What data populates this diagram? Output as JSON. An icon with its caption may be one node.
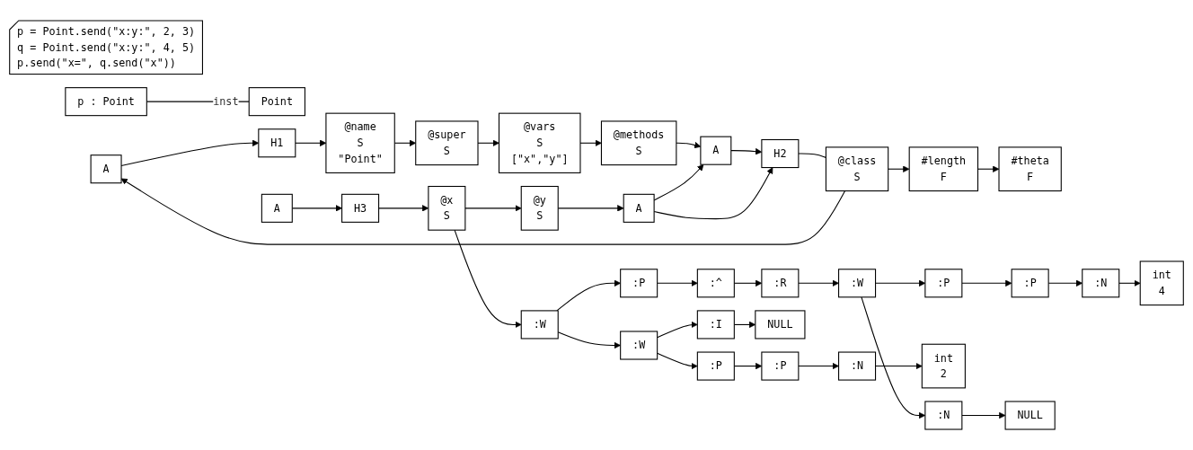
{
  "diagram": {
    "nodes": [
      {
        "text": [
          "Point"
        ]
      },
      {
        "text": [
          "p : Point"
        ]
      },
      {
        "text": [
          "A"
        ]
      },
      {
        "text": [
          "H1"
        ]
      },
      {
        "text": [
          "@name",
          "S",
          "\"Point\""
        ]
      },
      {
        "text": [
          "@super",
          "S"
        ]
      },
      {
        "text": [
          "@vars",
          "S",
          "[\"x\",\"y\"]"
        ]
      },
      {
        "text": [
          "@methods",
          "S"
        ]
      },
      {
        "text": [
          "A"
        ]
      },
      {
        "text": [
          "H2"
        ]
      },
      {
        "text": [
          "@class",
          "S"
        ]
      },
      {
        "text": [
          "#length",
          "F"
        ]
      },
      {
        "text": [
          "#theta",
          "F"
        ]
      },
      {
        "text": [
          "A"
        ]
      },
      {
        "text": [
          "H3"
        ]
      },
      {
        "text": [
          "@x",
          "S"
        ]
      },
      {
        "text": [
          "@y",
          "S"
        ]
      },
      {
        "text": [
          "A"
        ]
      },
      {
        "text": [
          ":W"
        ]
      },
      {
        "text": [
          ":P"
        ]
      },
      {
        "text": [
          ":^"
        ]
      },
      {
        "text": [
          ":R"
        ]
      },
      {
        "text": [
          ":W"
        ]
      },
      {
        "text": [
          ":P"
        ]
      },
      {
        "text": [
          ":P"
        ]
      },
      {
        "text": [
          ":N"
        ]
      },
      {
        "text": [
          "int",
          "4"
        ]
      },
      {
        "text": [
          ":W"
        ]
      },
      {
        "text": [
          ":P"
        ]
      },
      {
        "text": [
          ":P"
        ]
      },
      {
        "text": [
          ":N"
        ]
      },
      {
        "text": [
          "int",
          "2"
        ]
      },
      {
        "text": [
          ":I"
        ]
      },
      {
        "text": [
          "NULL"
        ]
      },
      {
        "text": [
          ":N"
        ]
      },
      {
        "text": [
          "NULL"
        ]
      },
      {
        "text": [
          "p = Point.send(\"x:y:\", 2, 3)",
          "q = Point.send(\"x:y:\", 4, 5)",
          "p.send(\"x=\", q.send(\"x\"))"
        ]
      }
    ],
    "edges": [
      {
        "from": 1,
        "to": 0,
        "arrow": "none",
        "label": "inst"
      },
      {
        "from": 2,
        "to": 3,
        "arrow": "to"
      },
      {
        "from": 3,
        "to": 4,
        "arrow": "to"
      },
      {
        "from": 4,
        "to": 5,
        "arrow": "to"
      },
      {
        "from": 5,
        "to": 6,
        "arrow": "to"
      },
      {
        "from": 6,
        "to": 7,
        "arrow": "to"
      },
      {
        "from": 7,
        "to": 8,
        "arrow": "to"
      },
      {
        "from": 8,
        "to": 9,
        "arrow": "to"
      },
      {
        "from": 9,
        "to": 10,
        "arrow": "none"
      },
      {
        "from": 10,
        "to": 11,
        "arrow": "to"
      },
      {
        "from": 11,
        "to": 12,
        "arrow": "to"
      },
      {
        "from": 10,
        "to": 2,
        "arrow": "to"
      },
      {
        "from": 13,
        "to": 14,
        "arrow": "to"
      },
      {
        "from": 14,
        "to": 15,
        "arrow": "to"
      },
      {
        "from": 15,
        "to": 16,
        "arrow": "to"
      },
      {
        "from": 16,
        "to": 17,
        "arrow": "to"
      },
      {
        "from": 17,
        "to": 8,
        "arrow": "to"
      },
      {
        "from": 17,
        "to": 9,
        "arrow": "to"
      },
      {
        "from": 15,
        "to": 18,
        "arrow": "to"
      },
      {
        "from": 18,
        "to": 19,
        "arrow": "to"
      },
      {
        "from": 19,
        "to": 20,
        "arrow": "to"
      },
      {
        "from": 20,
        "to": 21,
        "arrow": "to"
      },
      {
        "from": 21,
        "to": 22,
        "arrow": "to"
      },
      {
        "from": 22,
        "to": 23,
        "arrow": "to"
      },
      {
        "from": 23,
        "to": 24,
        "arrow": "to"
      },
      {
        "from": 24,
        "to": 25,
        "arrow": "to"
      },
      {
        "from": 25,
        "to": 26,
        "arrow": "to"
      },
      {
        "from": 18,
        "to": 27,
        "arrow": "to"
      },
      {
        "from": 27,
        "to": 28,
        "arrow": "to"
      },
      {
        "from": 28,
        "to": 29,
        "arrow": "to"
      },
      {
        "from": 29,
        "to": 30,
        "arrow": "to"
      },
      {
        "from": 30,
        "to": 31,
        "arrow": "to"
      },
      {
        "from": 27,
        "to": 32,
        "arrow": "to"
      },
      {
        "from": 32,
        "to": 33,
        "arrow": "to"
      },
      {
        "from": 22,
        "to": 34,
        "arrow": "to"
      },
      {
        "from": 34,
        "to": 35,
        "arrow": "to"
      }
    ]
  }
}
